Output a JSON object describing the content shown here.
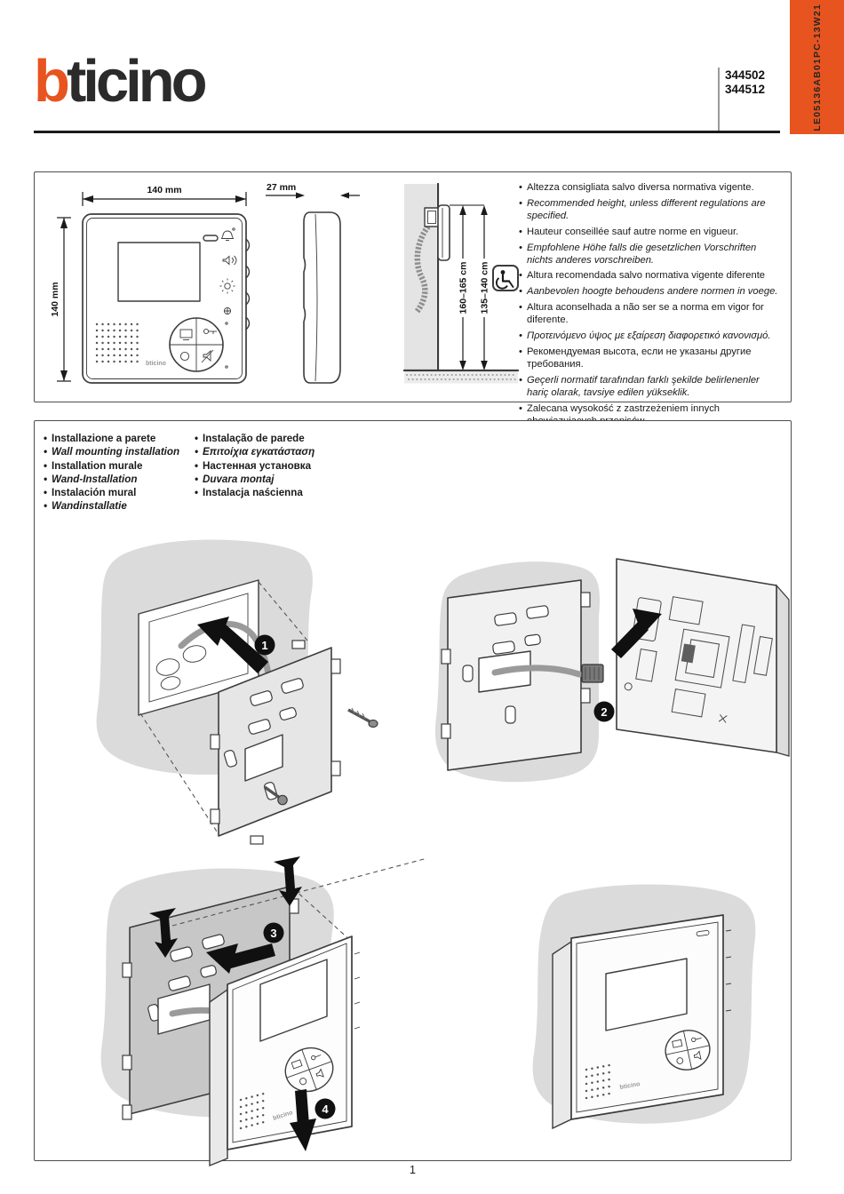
{
  "header": {
    "logo_b": "b",
    "logo_ticino": "ticino",
    "product_codes": [
      "344502",
      "344512"
    ],
    "doc_code": "LE05136AB01PC-13W21"
  },
  "colors": {
    "accent_orange": "#E8541F",
    "blob_gray": "#DBDBDB",
    "line_dark": "#3C3C3C"
  },
  "dimensions": {
    "width": "140 mm",
    "height": "140 mm",
    "depth": "27 mm",
    "mount_height_standard": "160–165 cm",
    "mount_height_accessible": "135–140 cm"
  },
  "height_notes": [
    "Altezza consigliata salvo diversa normativa vigente.",
    "Recommended height, unless different regulations are specified.",
    "Hauteur conseillée sauf autre norme en vigueur.",
    "Empfohlene Höhe falls die gesetzlichen Vorschriften nichts anderes vorschreiben.",
    "Altura recomendada salvo normativa vigente diferente",
    "Aanbevolen hoogte behoudens andere normen in voege.",
    "Altura aconselhada a não ser se a norma em vigor for diferente.",
    "Προτεινόμενο ύψος με εξαίρεση διαφορετικό κανονισμό.",
    "Рекомендуемая высота, если не указаны другие требования.",
    "Geçerli normatif tarafından farklı şekilde belirlenenler hariç olarak, tavsiye edilen yükseklik.",
    "Zalecana wysokość z zastrzeżeniem innych obowiązujących przepisów."
  ],
  "install_titles_col1": [
    "Installazione a parete",
    "Wall mounting installation",
    "Installation murale",
    "Wand-Installation",
    "Instalación mural",
    "Wandinstallatie"
  ],
  "install_titles_col2": [
    "Instalação de parede",
    "Επιτοίχια εγκατάσταση",
    "Настенная установка",
    "Duvara montaj",
    "Instalacja naścienna"
  ],
  "steps": [
    "1",
    "2",
    "3",
    "4"
  ],
  "device_logo": "bticino",
  "page_number": "1"
}
